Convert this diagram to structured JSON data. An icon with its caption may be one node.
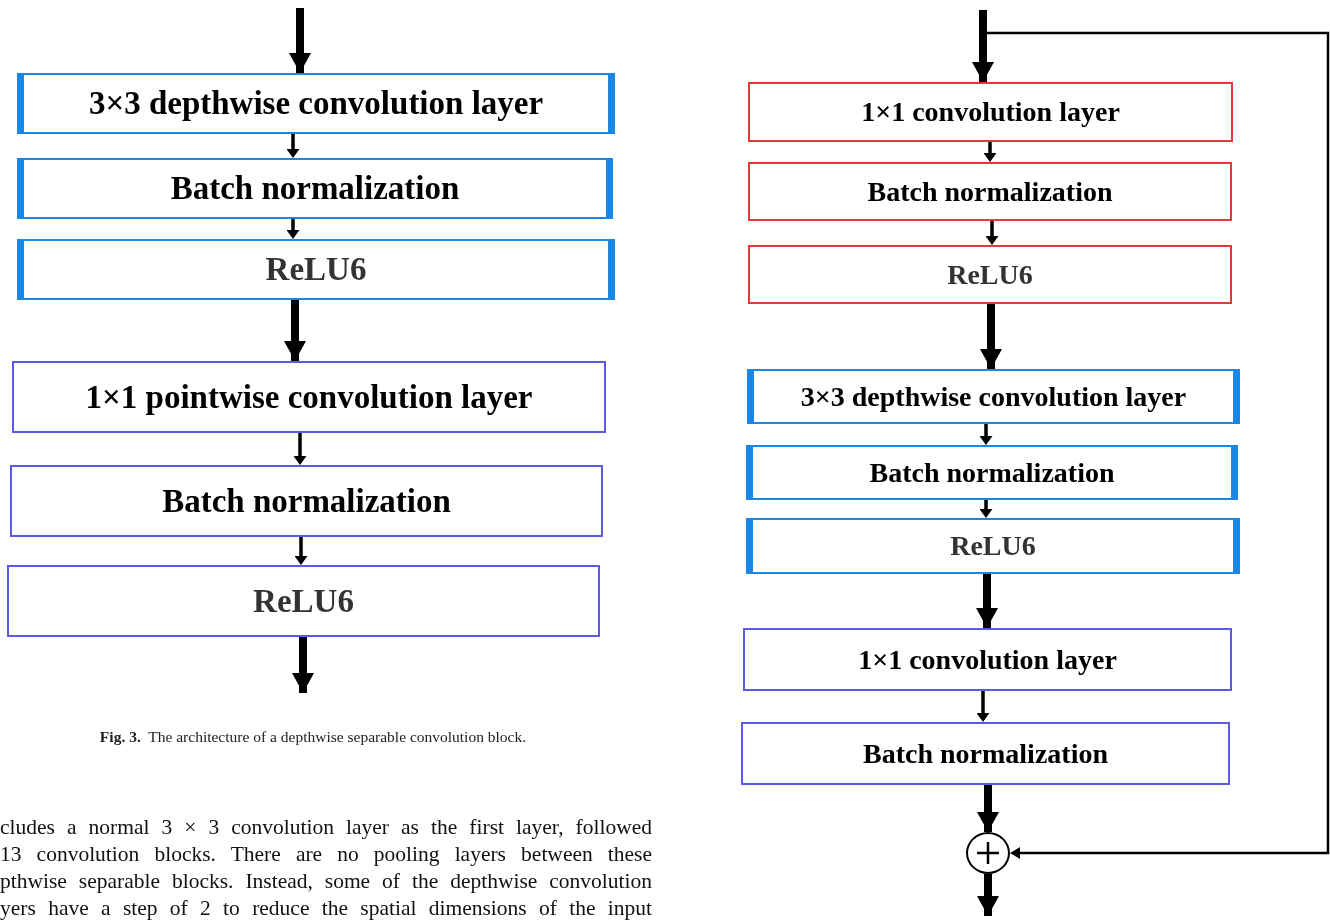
{
  "diagram": {
    "caption": "**Fig. 3.** The architecture of a depthwise separable convolution block.",
    "nodes": [
      {
        "text": [
          "3×3 depthwise convolution layer"
        ]
      },
      {
        "text": [
          "Batch normalization"
        ]
      },
      {
        "text": [
          "ReLU6"
        ]
      },
      {
        "text": [
          "1×1 pointwise convolution layer"
        ]
      },
      {
        "text": [
          "Batch normalization"
        ]
      },
      {
        "text": [
          "ReLU6"
        ]
      },
      {
        "text": [
          "1×1 convolution layer"
        ]
      },
      {
        "text": [
          "Batch normalization"
        ]
      },
      {
        "text": [
          "ReLU6"
        ]
      },
      {
        "text": [
          "3×3 depthwise convolution layer"
        ]
      },
      {
        "text": [
          "Batch normalization"
        ]
      },
      {
        "text": [
          "ReLU6"
        ]
      },
      {
        "text": [
          "1×1 convolution layer"
        ]
      },
      {
        "text": [
          "Batch normalization"
        ]
      },
      {
        "text": [],
        "shape": "circle"
      }
    ],
    "edges": [
      {
        "from": null,
        "to": 0,
        "arrow": "to",
        "style": "thick"
      },
      {
        "from": 0,
        "to": 1,
        "arrow": "to"
      },
      {
        "from": 1,
        "to": 2,
        "arrow": "to"
      },
      {
        "from": 2,
        "to": 3,
        "arrow": "to",
        "style": "thick"
      },
      {
        "from": 3,
        "to": 4,
        "arrow": "to"
      },
      {
        "from": 4,
        "to": 5,
        "arrow": "to"
      },
      {
        "from": 5,
        "to": null,
        "arrow": "to",
        "style": "thick"
      },
      {
        "from": null,
        "to": 6,
        "arrow": "to",
        "style": "thick"
      },
      {
        "from": 6,
        "to": 7,
        "arrow": "to"
      },
      {
        "from": 7,
        "to": 8,
        "arrow": "to"
      },
      {
        "from": 8,
        "to": 9,
        "arrow": "to",
        "style": "thick"
      },
      {
        "from": 9,
        "to": 10,
        "arrow": "to"
      },
      {
        "from": 10,
        "to": 11,
        "arrow": "to"
      },
      {
        "from": 11,
        "to": 12,
        "arrow": "to",
        "style": "thick"
      },
      {
        "from": 12,
        "to": 13,
        "arrow": "to"
      },
      {
        "from": 13,
        "to": 14,
        "arrow": "to",
        "style": "thick"
      },
      {
        "from": 14,
        "to": null,
        "arrow": "to",
        "style": "thick"
      },
      {
        "from": null,
        "to": 14,
        "arrow": "to"
      }
    ],
    "labels": [
      "cludes a normal 3 × 3 convolution layer as the first layer, followed",
      "13 convolution blocks. There are no pooling layers between these",
      "pthwise separable blocks. Instead, some of the depthwise convolution",
      "yers have a step of 2 to reduce the spatial dimensions of the input"
    ]
  }
}
